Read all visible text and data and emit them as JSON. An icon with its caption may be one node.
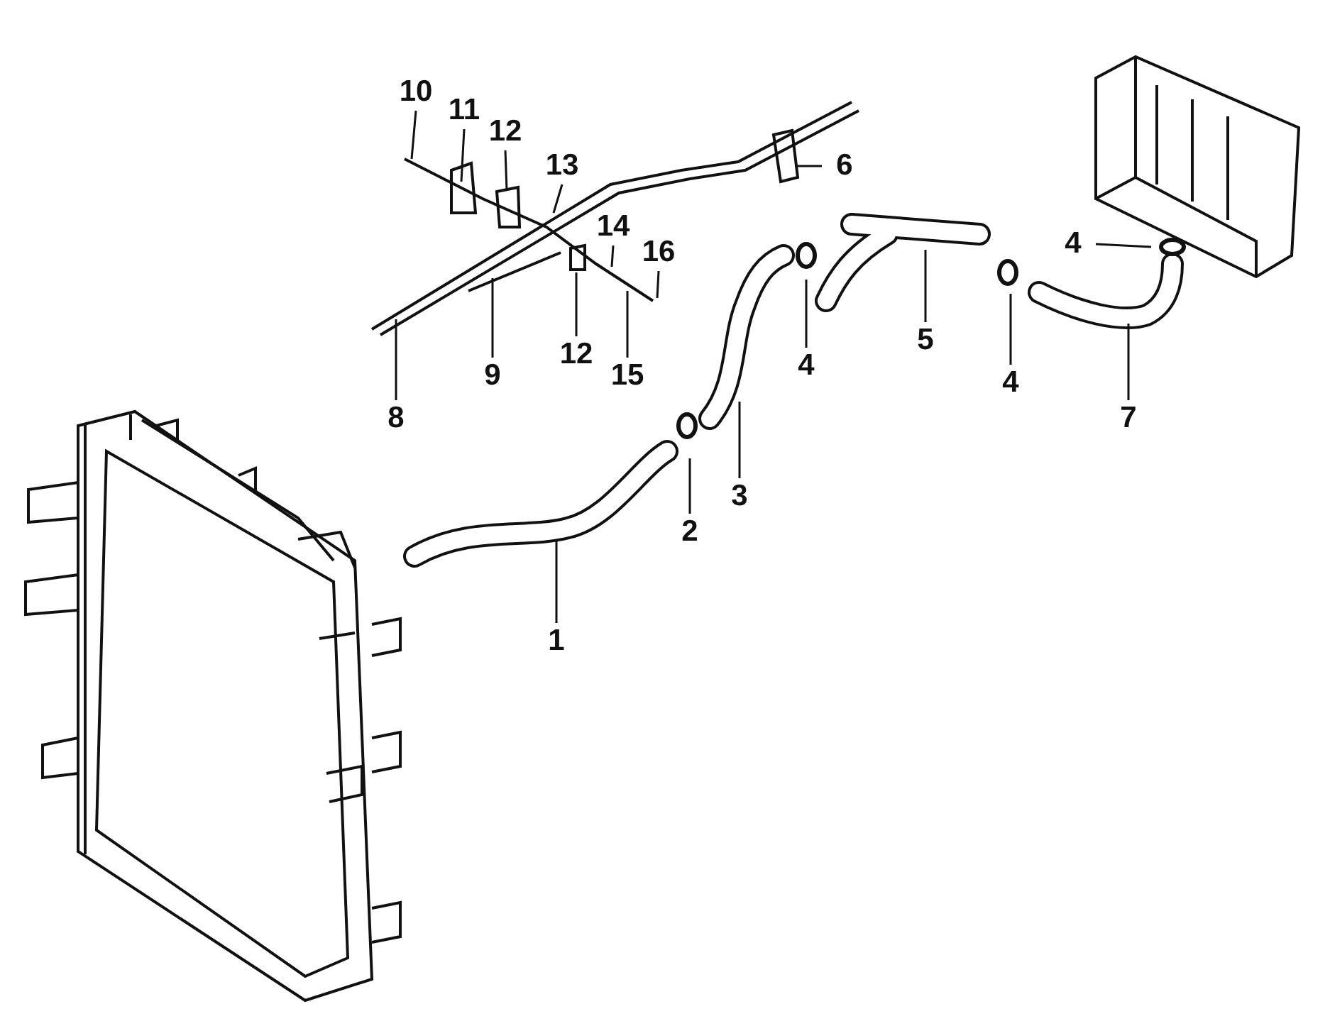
{
  "diagram": {
    "nodes": [
      {
        "text": [
          "10"
        ]
      },
      {
        "text": [
          "11"
        ]
      },
      {
        "text": [
          "12"
        ]
      },
      {
        "text": [
          "13"
        ]
      },
      {
        "text": [
          "14"
        ]
      },
      {
        "text": [
          "16"
        ]
      },
      {
        "text": [
          "6"
        ]
      },
      {
        "text": [
          "4"
        ]
      },
      {
        "text": [
          "5"
        ]
      },
      {
        "text": [
          "4"
        ]
      },
      {
        "text": [
          "4"
        ]
      },
      {
        "text": [
          "7"
        ]
      },
      {
        "text": [
          "8"
        ]
      },
      {
        "text": [
          "9"
        ]
      },
      {
        "text": [
          "12"
        ]
      },
      {
        "text": [
          "15"
        ]
      },
      {
        "text": [
          "3"
        ]
      },
      {
        "text": [
          "2"
        ]
      },
      {
        "text": [
          "1"
        ]
      }
    ],
    "edges": [
      {
        "from": 0,
        "to": null,
        "arrow": "none"
      },
      {
        "from": 1,
        "to": null,
        "arrow": "none"
      },
      {
        "from": 2,
        "to": null,
        "arrow": "none"
      },
      {
        "from": 3,
        "to": null,
        "arrow": "none"
      },
      {
        "from": 4,
        "to": null,
        "arrow": "none"
      },
      {
        "from": 5,
        "to": null,
        "arrow": "none"
      },
      {
        "from": 6,
        "to": null,
        "arrow": "none"
      },
      {
        "from": 7,
        "to": null,
        "arrow": "none"
      },
      {
        "from": 8,
        "to": null,
        "arrow": "none"
      },
      {
        "from": 9,
        "to": null,
        "arrow": "none"
      },
      {
        "from": 10,
        "to": null,
        "arrow": "none"
      },
      {
        "from": 11,
        "to": null,
        "arrow": "none"
      },
      {
        "from": 12,
        "to": null,
        "arrow": "none"
      },
      {
        "from": 13,
        "to": null,
        "arrow": "none"
      },
      {
        "from": 14,
        "to": null,
        "arrow": "none"
      },
      {
        "from": 15,
        "to": null,
        "arrow": "none"
      },
      {
        "from": 16,
        "to": null,
        "arrow": "none"
      },
      {
        "from": 17,
        "to": null,
        "arrow": "none"
      },
      {
        "from": 18,
        "to": null,
        "arrow": "none"
      }
    ]
  }
}
